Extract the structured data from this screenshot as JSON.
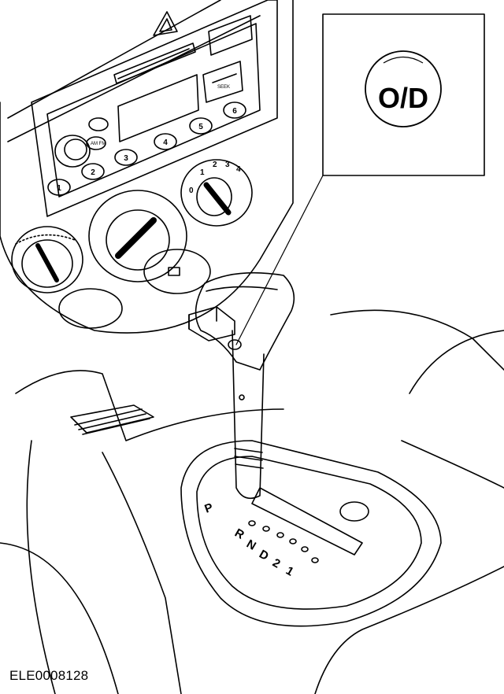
{
  "figure": {
    "reference_code": "ELE0008128",
    "od_button": {
      "label": "O/D",
      "icon": "od-button-icon"
    },
    "gear_positions": [
      "P",
      "R",
      "N",
      "D",
      "2",
      "1"
    ],
    "radio": {
      "preset_buttons": [
        "1",
        "2",
        "3",
        "4",
        "5",
        "6"
      ],
      "button_labels": {
        "am_fm": "AM FM",
        "seek": "SEEK"
      }
    },
    "temperature_dial": {
      "marks": [
        "0",
        "1",
        "2",
        "3",
        "4"
      ]
    },
    "icons": {
      "hazard": "hazard-triangle-icon",
      "fan_dial": "fan-speed-icon",
      "demist": "demist-icon",
      "cassette": "cassette-slot-icon"
    },
    "colors": {
      "line": "#000000",
      "background": "#ffffff"
    }
  }
}
